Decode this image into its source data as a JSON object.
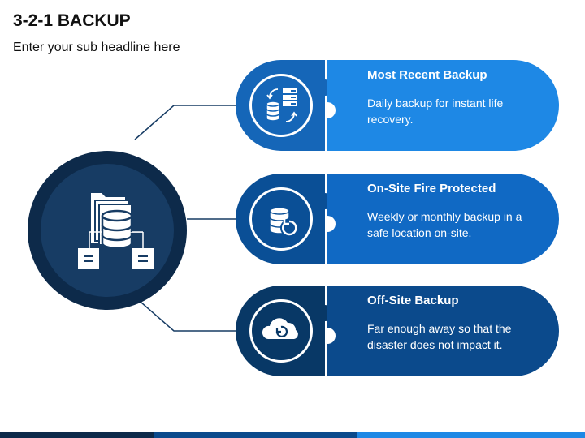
{
  "header": {
    "title": "3-2-1 BACKUP",
    "subtitle": "Enter your sub headline here"
  },
  "hub": {
    "icon": "folder-database-network-icon"
  },
  "cards": [
    {
      "title": "Most Recent Backup",
      "description": "Daily backup for instant life recovery.",
      "icon": "server-database-sync-icon",
      "color": "#1e88e5",
      "icon_bg": "#1566b8"
    },
    {
      "title": "On-Site Fire Protected",
      "description": "Weekly or monthly backup in a safe location on-site.",
      "icon": "database-restore-icon",
      "color": "#1069c4",
      "icon_bg": "#0a4f96"
    },
    {
      "title": "Off-Site Backup",
      "description": "Far enough away so that the disaster does not impact it.",
      "icon": "cloud-sync-icon",
      "color": "#0b4a8c",
      "icon_bg": "#083866"
    }
  ],
  "colors": {
    "hub_outer": "#0d2a4a",
    "hub_inner": "#173c64",
    "connector": "#173c64"
  }
}
